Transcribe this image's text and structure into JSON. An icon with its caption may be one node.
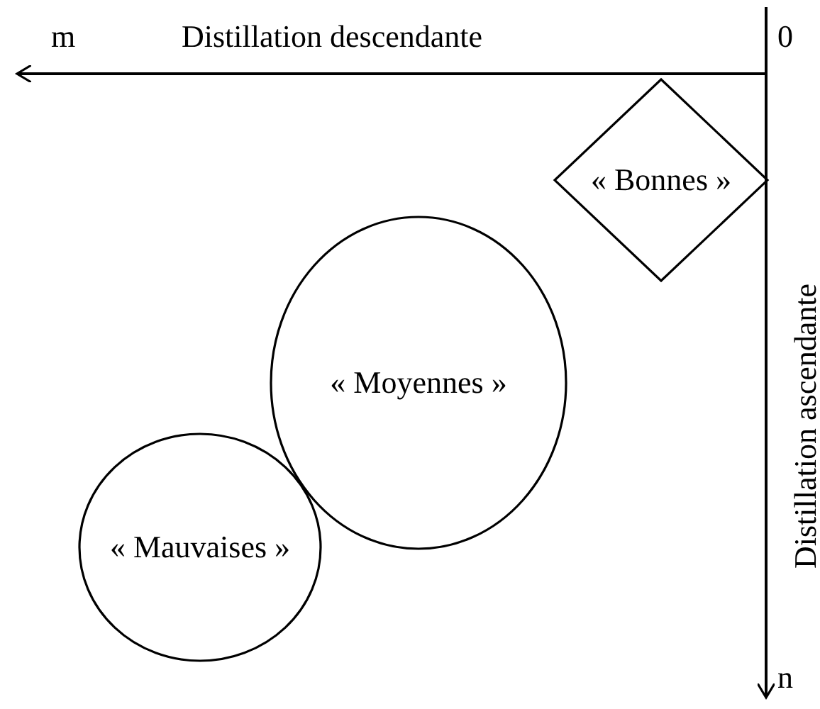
{
  "diagram": {
    "nodes": [
      {
        "text": [
          "« Bonnes »"
        ]
      },
      {
        "text": [
          "« Moyennes »"
        ]
      },
      {
        "text": [
          "« Mauvaises »"
        ]
      }
    ],
    "labels": [
      "m",
      "Distillation descendante",
      "0",
      "Distillation ascendante",
      "n"
    ]
  }
}
